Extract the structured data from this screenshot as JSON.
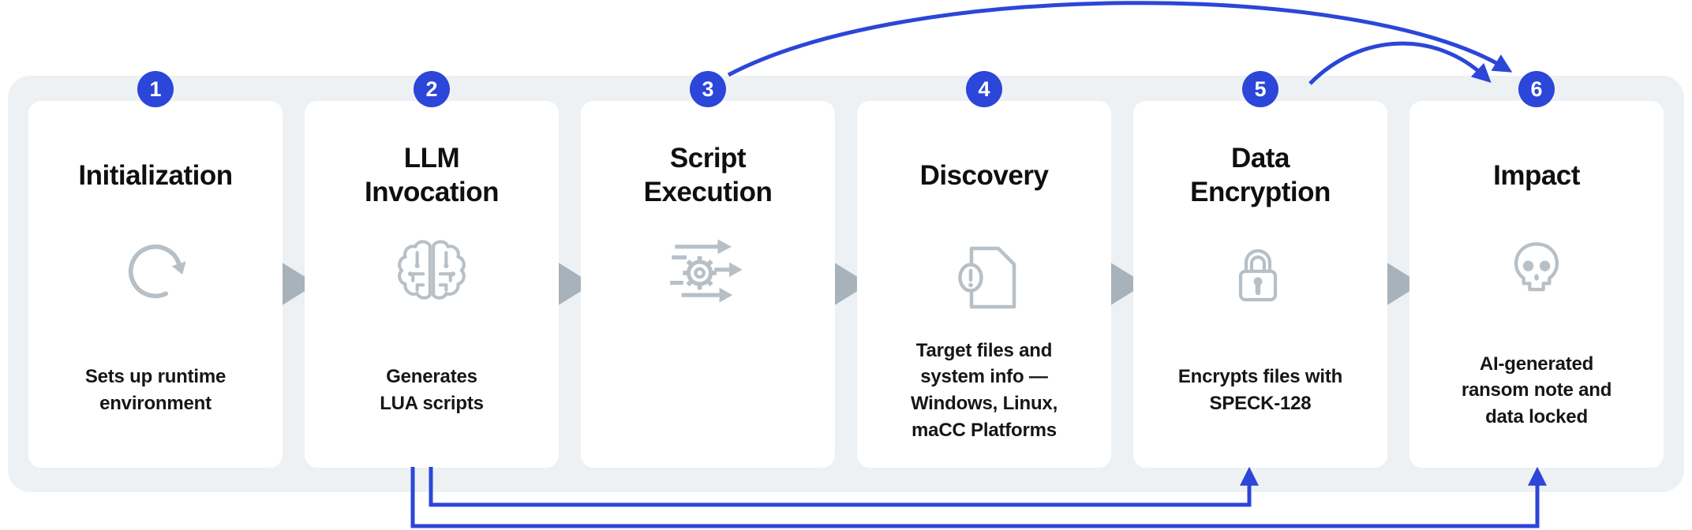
{
  "diagram": {
    "type": "flow",
    "colors": {
      "accent_blue": "#2b46d8",
      "container_bg": "#eef1f3",
      "card_bg": "#ffffff",
      "step_arrow_gray": "#a8b2ba",
      "icon_gray": "#b7c0c7",
      "title_text": "#0f0f0f",
      "description_text": "#161616"
    },
    "stages": [
      {
        "number": "1",
        "title": "Initialization",
        "description": "Sets up runtime\nenvironment",
        "icon": "refresh-cycle-icon"
      },
      {
        "number": "2",
        "title": "LLM\nInvocation",
        "description": "Generates\nLUA scripts",
        "icon": "brain-circuit-icon"
      },
      {
        "number": "3",
        "title": "Script\nExecution",
        "description": "",
        "icon": "gear-process-arrows-icon"
      },
      {
        "number": "4",
        "title": "Discovery",
        "description": "Target files and\nsystem info —\nWindows, Linux,\nmaCC Platforms",
        "icon": "document-alert-icon"
      },
      {
        "number": "5",
        "title": "Data\nEncryption",
        "description": "Encrypts files with\nSPECK-128",
        "icon": "padlock-icon"
      },
      {
        "number": "6",
        "title": "Impact",
        "description": "AI-generated\nransom note and\ndata locked",
        "icon": "skull-icon"
      }
    ],
    "connections": {
      "sequential": "1→2→3→4→5→6",
      "skip_links": [
        {
          "from": "3",
          "to": "6",
          "path": "top-arc"
        },
        {
          "from": "5",
          "to": "6",
          "path": "top-arc"
        },
        {
          "from": "2",
          "to": "5",
          "path": "bottom-elbow"
        },
        {
          "from": "2",
          "to": "6",
          "path": "bottom-elbow"
        }
      ]
    }
  }
}
